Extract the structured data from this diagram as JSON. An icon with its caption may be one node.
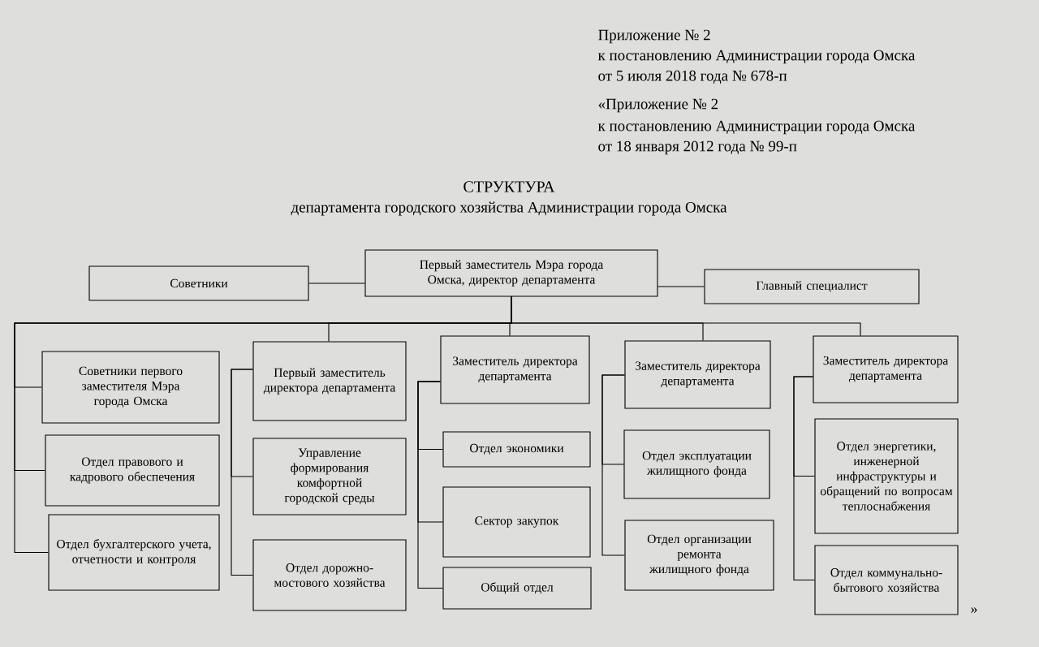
{
  "diagram": {
    "title": "СТРУКТУРА",
    "nodes": [
      {
        "text": [
          "Советники"
        ]
      },
      {
        "text": [
          "Первый заместитель Мэра города Омска, директор департамента"
        ]
      },
      {
        "text": [
          "Главный специалист"
        ]
      },
      {
        "text": [
          "Советники первого заместителя Мэра города Омска"
        ]
      },
      {
        "text": [
          "Отдел правового и кадрового обеспечения"
        ]
      },
      {
        "text": [
          "Отдел бухгалтерского учета, отчетности и контроля"
        ]
      },
      {
        "text": [
          "Первый заместитель директора департамента"
        ]
      },
      {
        "text": [
          "Управление формирования комфортной городской среды"
        ]
      },
      {
        "text": [
          "Отдел дорожно-мостового хозяйства"
        ]
      },
      {
        "text": [
          "Заместитель директора департамента"
        ]
      },
      {
        "text": [
          "Отдел экономики"
        ]
      },
      {
        "text": [
          "Сектор закупок"
        ]
      },
      {
        "text": [
          "Общий отдел"
        ]
      },
      {
        "text": [
          "Заместитель директора департамента"
        ]
      },
      {
        "text": [
          "Отдел эксплуатации жилищного фонда"
        ]
      },
      {
        "text": [
          "Отдел организации ремонта жилищного фонда"
        ]
      },
      {
        "text": [
          "Заместитель директора департамента"
        ]
      },
      {
        "text": [
          "Отдел энергетики, инженерной инфраструктуры и обращений по вопросам теплоснабжения"
        ]
      },
      {
        "text": [
          "Отдел коммунально-бытового хозяйства"
        ]
      }
    ],
    "edges": [
      {
        "from": 1,
        "to": 0,
        "arrow": "none"
      },
      {
        "from": 1,
        "to": 2,
        "arrow": "none"
      },
      {
        "from": 1,
        "to": 3,
        "arrow": "none"
      },
      {
        "from": 1,
        "to": 4,
        "arrow": "none"
      },
      {
        "from": 1,
        "to": 5,
        "arrow": "none"
      },
      {
        "from": 1,
        "to": 6,
        "arrow": "none"
      },
      {
        "from": 1,
        "to": 9,
        "arrow": "none"
      },
      {
        "from": 1,
        "to": 13,
        "arrow": "none"
      },
      {
        "from": 1,
        "to": 16,
        "arrow": "none"
      },
      {
        "from": 6,
        "to": 7,
        "arrow": "none"
      },
      {
        "from": 6,
        "to": 8,
        "arrow": "none"
      },
      {
        "from": 9,
        "to": 10,
        "arrow": "none"
      },
      {
        "from": 9,
        "to": 11,
        "arrow": "none"
      },
      {
        "from": 9,
        "to": 12,
        "arrow": "none"
      },
      {
        "from": 13,
        "to": 14,
        "arrow": "none"
      },
      {
        "from": 13,
        "to": 15,
        "arrow": "none"
      },
      {
        "from": 16,
        "to": 17,
        "arrow": "none"
      },
      {
        "from": 16,
        "to": 18,
        "arrow": "none"
      }
    ],
    "labels": [
      "Приложение № 2",
      "к постановлению Администрации города Омска",
      "от 5 июля 2018 года № 678-п",
      "«Приложение № 2",
      "к постановлению Администрации города Омска",
      "от 18 января 2012 года № 99-п",
      "департамента городского хозяйства Администрации города Омска",
      "»"
    ]
  }
}
